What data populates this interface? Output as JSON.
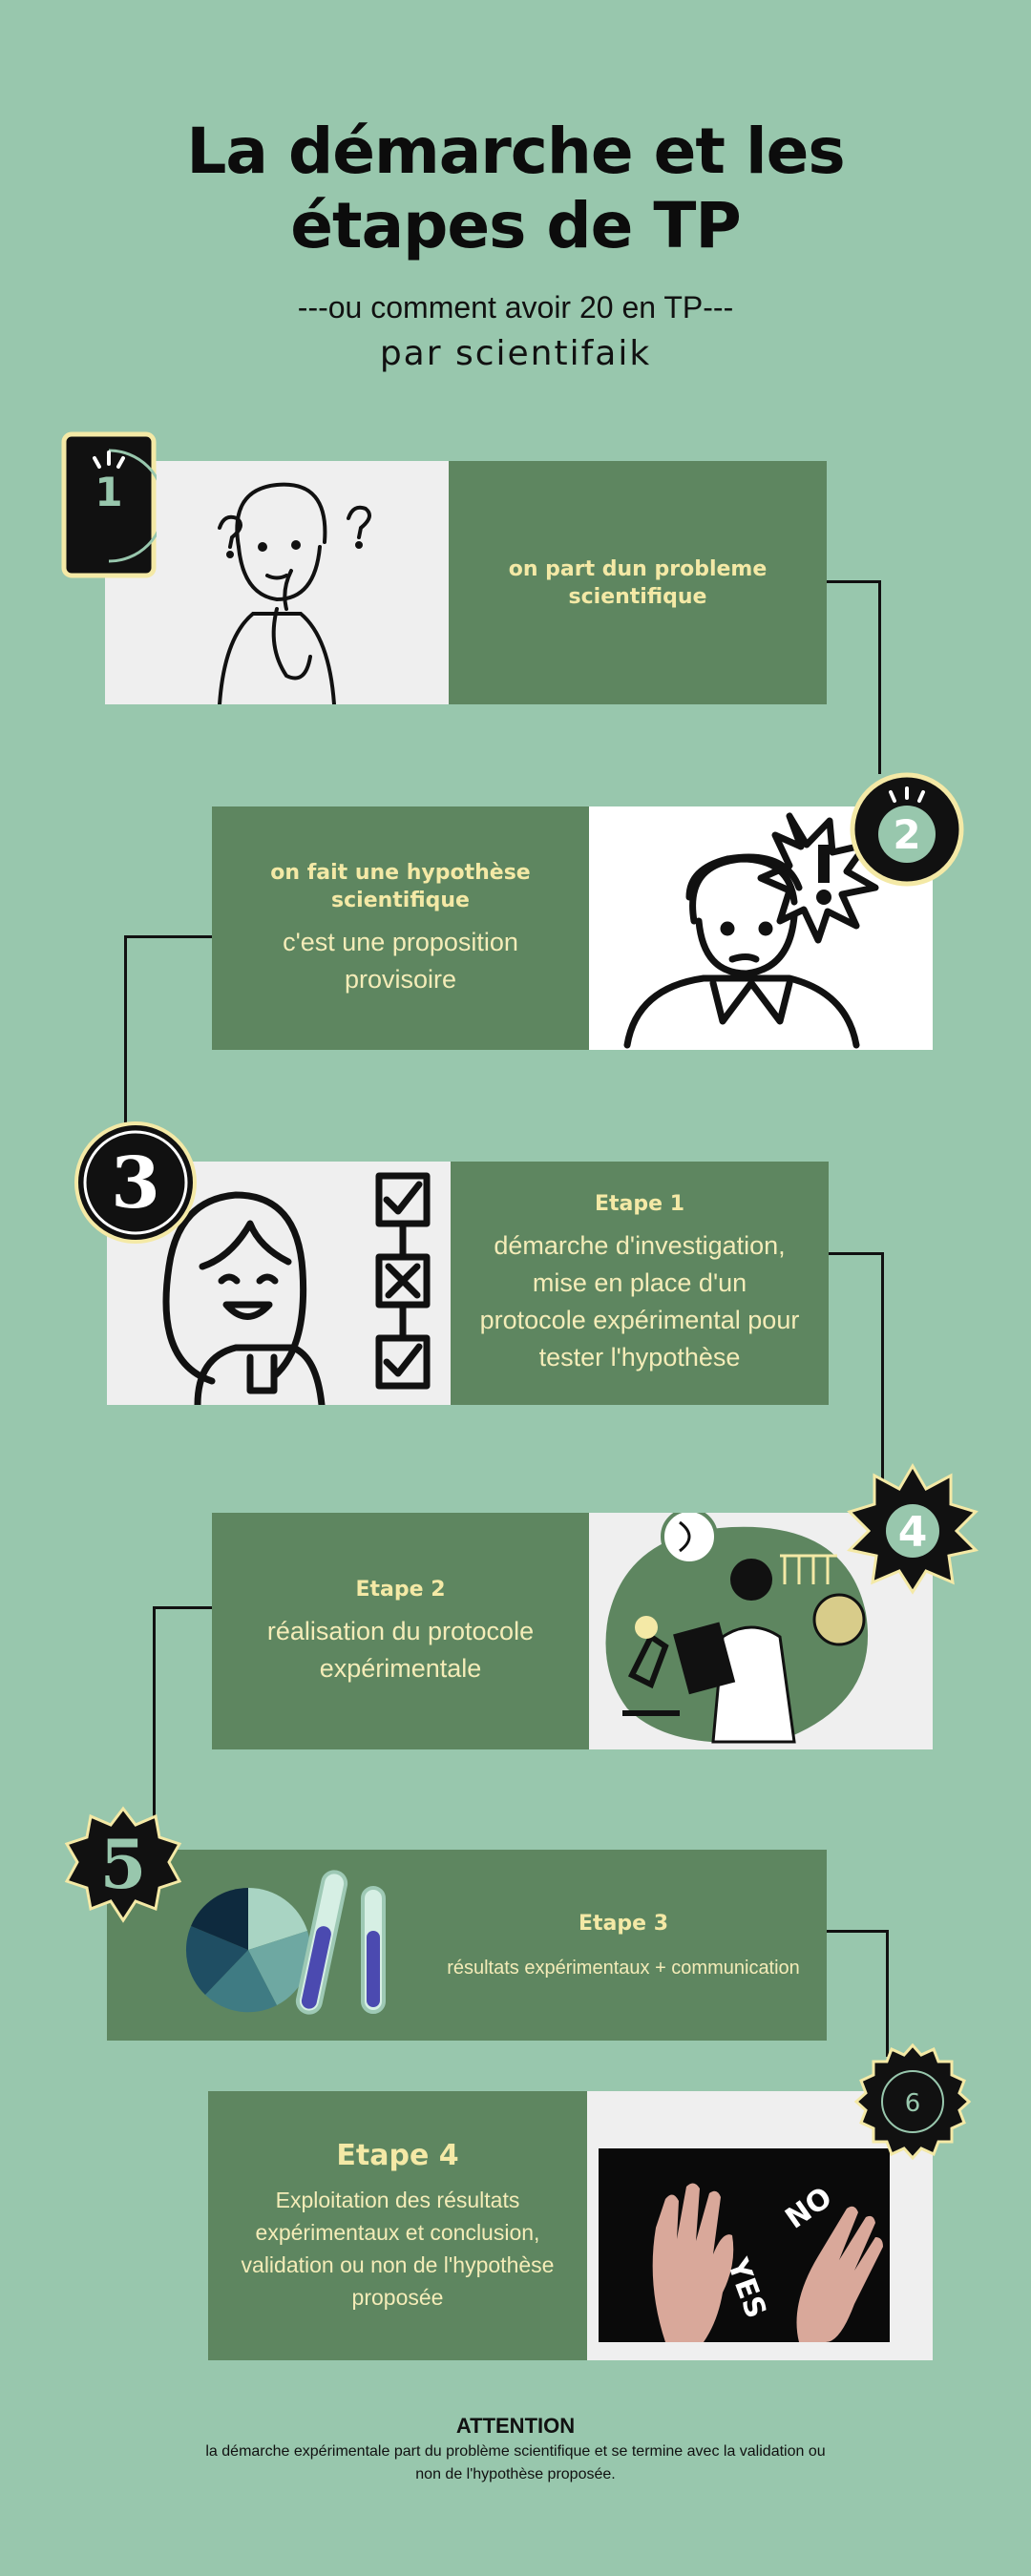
{
  "header": {
    "title_line1": "La démarche et les",
    "title_line2": "étapes de TP",
    "subtitle": "---ou comment avoir 20 en TP---",
    "byline": "par scientifaik"
  },
  "steps": [
    {
      "number": "1",
      "heading": "on part dun probleme scientifique",
      "body": ""
    },
    {
      "number": "2",
      "heading": "on fait une hypothèse scientifique",
      "body": "c'est une proposition provisoire"
    },
    {
      "number": "3",
      "heading": "Etape 1",
      "body": "démarche d'investigation, mise en place d'un protocole expérimental pour tester l'hypothèse"
    },
    {
      "number": "4",
      "heading": "Etape 2",
      "body": "réalisation du protocole expérimentale"
    },
    {
      "number": "5",
      "heading": "Etape 3",
      "body": "résultats expérimentaux + communication"
    },
    {
      "number": "6",
      "heading": "Etape 4",
      "body": "Exploitation des résultats expérimentaux et conclusion, validation ou non de l'hypothèse proposée"
    }
  ],
  "photo_words": {
    "left": "YES",
    "right": "NO"
  },
  "footer": {
    "title": "ATTENTION",
    "body": "la démarche expérimentale part du problème scientifique et se termine avec la validation ou non de l'hypothèse proposée."
  },
  "colors": {
    "background": "#98c7ad",
    "card": "#5e8660",
    "heading": "#f4e9a6",
    "badge": "#111111"
  }
}
